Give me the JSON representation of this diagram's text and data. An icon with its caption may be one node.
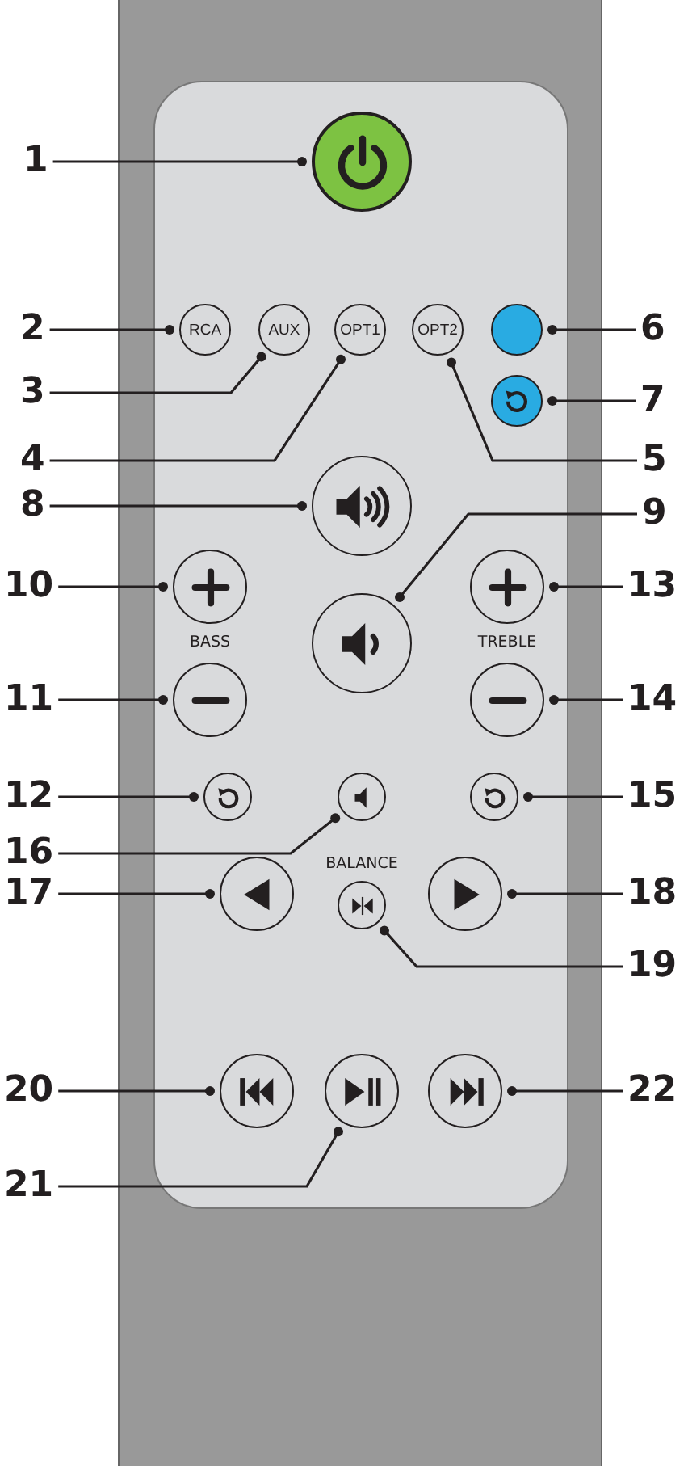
{
  "diagram": {
    "nodes": [
      {
        "text": [
          "1"
        ]
      },
      {
        "text": [],
        "shape": "circle"
      },
      {
        "text": [
          "2"
        ]
      },
      {
        "text": [
          "RCA"
        ]
      },
      {
        "text": [
          "3"
        ]
      },
      {
        "text": [
          "AUX"
        ]
      },
      {
        "text": [
          "4"
        ]
      },
      {
        "text": [
          "OPT1"
        ]
      },
      {
        "text": [
          "5"
        ]
      },
      {
        "text": [
          "OPT2"
        ]
      },
      {
        "text": [
          "6"
        ]
      },
      {
        "text": [],
        "shape": "circle"
      },
      {
        "text": [
          "7"
        ]
      },
      {
        "text": [],
        "shape": "circle"
      },
      {
        "text": [
          "8"
        ]
      },
      {
        "text": [],
        "shape": "circle"
      },
      {
        "text": [
          "9"
        ]
      },
      {
        "text": [],
        "shape": "circle"
      },
      {
        "text": [
          "10"
        ]
      },
      {
        "text": [],
        "shape": "circle"
      },
      {
        "text": [
          "11"
        ]
      },
      {
        "text": [],
        "shape": "circle"
      },
      {
        "text": [
          "12"
        ]
      },
      {
        "text": [],
        "shape": "circle"
      },
      {
        "text": [
          "13"
        ]
      },
      {
        "text": [],
        "shape": "circle"
      },
      {
        "text": [
          "14"
        ]
      },
      {
        "text": [],
        "shape": "circle"
      },
      {
        "text": [
          "15"
        ]
      },
      {
        "text": [],
        "shape": "circle"
      },
      {
        "text": [
          "16"
        ]
      },
      {
        "text": [],
        "shape": "circle"
      },
      {
        "text": [
          "17"
        ]
      },
      {
        "text": [],
        "shape": "circle"
      },
      {
        "text": [
          "18"
        ]
      },
      {
        "text": [],
        "shape": "circle"
      },
      {
        "text": [
          "19"
        ]
      },
      {
        "text": [],
        "shape": "circle"
      },
      {
        "text": [
          "20"
        ]
      },
      {
        "text": [],
        "shape": "circle"
      },
      {
        "text": [
          "21"
        ]
      },
      {
        "text": [],
        "shape": "circle"
      },
      {
        "text": [
          "22"
        ]
      },
      {
        "text": [],
        "shape": "circle"
      }
    ],
    "edges": [
      {
        "from": 0,
        "to": 1,
        "arrow": "other"
      },
      {
        "from": 2,
        "to": 3,
        "arrow": "other"
      },
      {
        "from": 4,
        "to": 5,
        "arrow": "other"
      },
      {
        "from": 6,
        "to": 7,
        "arrow": "other"
      },
      {
        "from": 8,
        "to": 9,
        "arrow": "other"
      },
      {
        "from": 10,
        "to": 11,
        "arrow": "other"
      },
      {
        "from": 12,
        "to": 13,
        "arrow": "other"
      },
      {
        "from": 14,
        "to": 15,
        "arrow": "other"
      },
      {
        "from": 16,
        "to": 17,
        "arrow": "other"
      },
      {
        "from": 18,
        "to": 19,
        "arrow": "other"
      },
      {
        "from": 20,
        "to": 21,
        "arrow": "other"
      },
      {
        "from": 22,
        "to": 23,
        "arrow": "other"
      },
      {
        "from": 24,
        "to": 25,
        "arrow": "other"
      },
      {
        "from": 26,
        "to": 27,
        "arrow": "other"
      },
      {
        "from": 28,
        "to": 29,
        "arrow": "other"
      },
      {
        "from": 30,
        "to": 31,
        "arrow": "other"
      },
      {
        "from": 32,
        "to": 33,
        "arrow": "other"
      },
      {
        "from": 34,
        "to": 35,
        "arrow": "other"
      },
      {
        "from": 36,
        "to": 37,
        "arrow": "other"
      },
      {
        "from": 38,
        "to": 39,
        "arrow": "other"
      },
      {
        "from": 40,
        "to": 41,
        "arrow": "other"
      },
      {
        "from": 42,
        "to": 43,
        "arrow": "other"
      }
    ],
    "labels": [
      "BASS",
      "TREBLE",
      "BALANCE"
    ]
  }
}
